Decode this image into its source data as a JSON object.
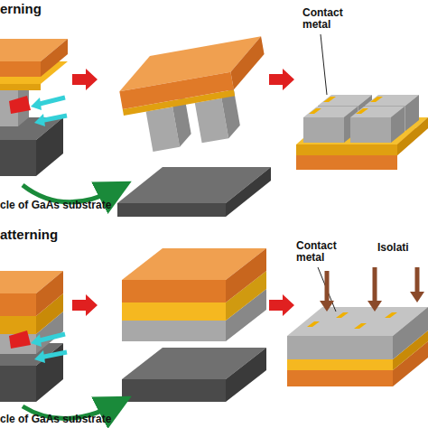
{
  "diagram": {
    "labels": [
      "erning",
      "Contact metal",
      "cle of GaAs substrate",
      "atterning",
      "Contact metal",
      "Isolati",
      "cle of GaAs substrate"
    ]
  }
}
